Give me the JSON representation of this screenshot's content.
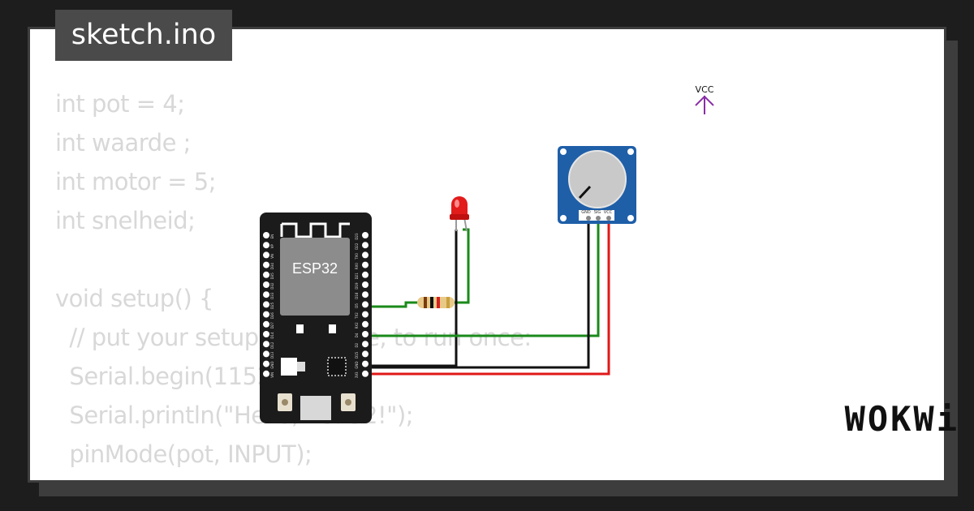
{
  "sketch": {
    "filename": "sketch.ino"
  },
  "code": {
    "lines": [
      "int pot = 4;",
      "int waarde ;",
      "int motor = 5;",
      "int snelheid;",
      "",
      "void setup() {",
      "  // put your setup code here, to run once:",
      "  Serial.begin(115200);",
      "  Serial.println(\"Hello, ESP32!\");",
      "  pinMode(pot, INPUT);",
      "}"
    ]
  },
  "circuit": {
    "esp32_label": "ESP32",
    "vcc_label": "VCC",
    "pot_pins": [
      "GND",
      "SIG",
      "VCC"
    ],
    "esp32_left_pins": [
      "EN",
      "VP",
      "VN",
      "D34",
      "D35",
      "D32",
      "D33",
      "D25",
      "D26",
      "D27",
      "D14",
      "D12",
      "D13",
      "GND",
      "VIN"
    ],
    "esp32_right_pins": [
      "D23",
      "D22",
      "TX0",
      "RX0",
      "D21",
      "D19",
      "D18",
      "D5",
      "TX2",
      "RX2",
      "D4",
      "D2",
      "D15",
      "GND",
      "3V3"
    ],
    "colors": {
      "wire_green": "#1a8a1a",
      "wire_black": "#111111",
      "wire_red": "#e01818",
      "board": "#1b1b1b",
      "pot_board": "#1f5fa8",
      "vcc_symbol": "#8a2da8"
    }
  },
  "brand": {
    "logo": "WOKWi"
  }
}
